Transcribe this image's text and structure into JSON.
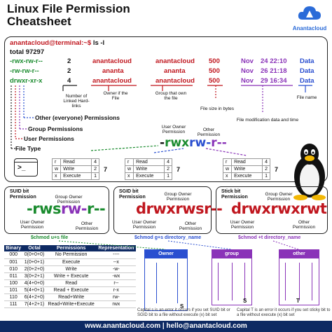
{
  "title_line1": "Linux File Permission",
  "title_line2": "Cheatsheet",
  "logo": "Anantacloud",
  "prompt": "anantacloud@terminal:~$",
  "command": "ls -l",
  "total": "total 97297",
  "rows": [
    {
      "perm": "-rwx-rw-r--",
      "links": "2",
      "owner": "anantacloud",
      "group": "anantacloud",
      "size": "500",
      "month": "Nov",
      "date": "24 22:10",
      "name": "Data"
    },
    {
      "perm": "-rw-rw-r--",
      "links": "2",
      "owner": "ananta",
      "group": "ananta",
      "size": "500",
      "month": "Nov",
      "date": "26 21:18",
      "name": "Data"
    },
    {
      "perm": "drwxr-xr-x",
      "links": "4",
      "owner": "anantacloud",
      "group": "anantacloud",
      "size": "500",
      "month": "Nov",
      "date": "29 16:34",
      "name": "Data"
    }
  ],
  "notes": {
    "links": "Number of Linked Hard-links",
    "owner": "Owner if the File",
    "group": "Group that own the file",
    "size": "File size in bytes",
    "mod": "File modification data and time",
    "fname": "File name"
  },
  "labels": {
    "other": "Other (everyone) Permissions",
    "group": "Group Permissions",
    "user": "User Permissions",
    "type": "File Type"
  },
  "perm_headers": {
    "user": "User Owner Permission",
    "other": "Other Permission"
  },
  "rwx_display": {
    "u": "rwx",
    "g": "rw-",
    "o": "r--",
    "lead": "-"
  },
  "perm_tables": [
    {
      "rows": [
        [
          "r",
          "Read",
          "4"
        ],
        [
          "w",
          "Write",
          "2"
        ],
        [
          "x",
          "Execute",
          "1"
        ]
      ],
      "total": "7"
    },
    {
      "rows": [
        [
          "r",
          "Read",
          "4"
        ],
        [
          "w",
          "Write",
          "2"
        ],
        [
          "x",
          "Execute",
          "1"
        ]
      ],
      "total": "7"
    },
    {
      "rows": [
        [
          "r",
          "Read",
          "4"
        ],
        [
          "w",
          "Write",
          "2"
        ],
        [
          "x",
          "Execute",
          "1"
        ]
      ],
      "total": "7"
    }
  ],
  "suid": {
    "title": "SUID bit Permission",
    "group_owner": "Group Owner Permission",
    "user_owner": "User Owner Permission",
    "other": "Other Permission",
    "perm_a": "-rws",
    "perm_b": "rw-",
    "perm_c": "r--",
    "cmd": "$chmod u+s file"
  },
  "sgid": {
    "title": "SGID bit Permission",
    "group_owner": "Group Owner Permission",
    "user_owner": "User Owner Permission",
    "other": "Other Permission",
    "perm_a": "drwx",
    "perm_b": "rws",
    "perm_c": "r--",
    "cmd": "$chmod g+s directory_name"
  },
  "sticky": {
    "title": "Stick bit Permission",
    "group_owner": "Group Owner Permission",
    "user_owner": "User Owner Permission",
    "other": "Other Permission",
    "perm_a": "drwx",
    "perm_b": "rwx",
    "perm_c": "rwt",
    "cmd": "$chmod +t directory_name"
  },
  "table": {
    "headers": [
      "Binary",
      "Octal",
      "Permissions",
      "Representation"
    ],
    "rows": [
      [
        "000",
        "0(0+0+0)",
        "No Permission",
        "----"
      ],
      [
        "001",
        "1(0+0+1)",
        "Execute",
        "--x"
      ],
      [
        "010",
        "2(0+2+0)",
        "Write",
        "-w-"
      ],
      [
        "011",
        "3(0+2+1)",
        "Write + Execute",
        "-wx"
      ],
      [
        "100",
        "4(4+0+0)",
        "Read",
        "r--"
      ],
      [
        "101",
        "5(4+0+1)",
        "Read + Execute",
        "r-x"
      ],
      [
        "110",
        "6(4+2+0)",
        "Read+Write",
        "rw-"
      ],
      [
        "111",
        "7(4+2+1)",
        "Read+Write+Execute",
        "rwx"
      ]
    ]
  },
  "columns": {
    "owner": "Owner",
    "group": "group",
    "other": "other",
    "s": "S",
    "t": "T"
  },
  "caption_s": "Capital s is an error it occurs if you set SUID bit or SGID bit to a file without execute (x) bit set",
  "caption_t": "Capital T is an error it occurs if you set sticky bit to a file without execute (x) bit set",
  "footer": "www.anantacloud.com  |  hello@anantacloud.com",
  "colors": {
    "navy": "#0e2a63",
    "red": "#c0171f",
    "green": "#1a8b2e",
    "blue": "#2a4fd0",
    "purple": "#8a33b8"
  }
}
